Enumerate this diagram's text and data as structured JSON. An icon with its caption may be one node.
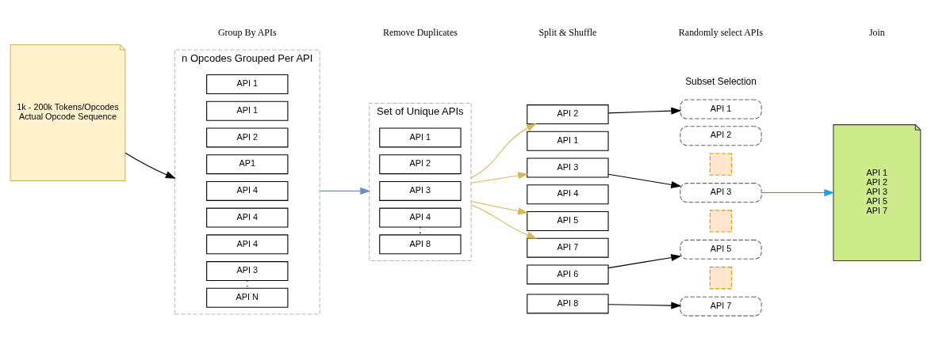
{
  "diagram": {
    "nodes": [
      {
        "text": [
          "1k - 200k Tokens/Opcodes",
          "Actual Opcode Sequence"
        ]
      },
      {
        "text": [
          "n Opcodes Grouped Per API"
        ]
      },
      {
        "text": [
          "API 1"
        ],
        "in": 1
      },
      {
        "text": [
          "API 1"
        ],
        "in": 1
      },
      {
        "text": [
          "API 2"
        ],
        "in": 1
      },
      {
        "text": [
          "AP1"
        ],
        "in": 1
      },
      {
        "text": [
          "API 4"
        ],
        "in": 1
      },
      {
        "text": [
          "API 4"
        ],
        "in": 1
      },
      {
        "text": [
          "API 4"
        ],
        "in": 1
      },
      {
        "text": [
          "API 3"
        ],
        "in": 1
      },
      {
        "text": [
          "API N"
        ],
        "in": 1
      },
      {
        "text": [
          "Set of Unique APIs"
        ]
      },
      {
        "text": [
          "API 1"
        ],
        "in": 11
      },
      {
        "text": [
          "API 2"
        ],
        "in": 11
      },
      {
        "text": [
          "API 3"
        ],
        "in": 11
      },
      {
        "text": [
          "API 4"
        ],
        "in": 11
      },
      {
        "text": [
          "API 8"
        ],
        "in": 11
      },
      {
        "text": [
          "API 2"
        ]
      },
      {
        "text": [
          "API 1"
        ]
      },
      {
        "text": [
          "API 3"
        ]
      },
      {
        "text": [
          "API 4"
        ]
      },
      {
        "text": [
          "API 5"
        ]
      },
      {
        "text": [
          "API 6"
        ]
      },
      {
        "text": [
          "API 7"
        ]
      },
      {
        "text": [
          "API 8"
        ]
      },
      {
        "text": [
          "API 1"
        ]
      },
      {
        "text": [
          "API 2"
        ]
      },
      {
        "text": [],
        "shape": "cross"
      },
      {
        "text": [
          "API 3"
        ]
      },
      {
        "text": [],
        "shape": "cross"
      },
      {
        "text": [
          "API 5"
        ]
      },
      {
        "text": [],
        "shape": "cross"
      },
      {
        "text": [
          "API 7"
        ]
      },
      {
        "text": [
          "API 1",
          "API 2",
          "API 3",
          "API 5",
          "API 7"
        ]
      }
    ],
    "edges": [
      {
        "from": 0,
        "to": 1,
        "arrow": "to"
      },
      {
        "from": 9,
        "to": 10,
        "arrow": "none",
        "style": "dashed"
      },
      {
        "from": 1,
        "to": 11,
        "arrow": "to",
        "color": "#6c8ebf"
      },
      {
        "from": 15,
        "to": 16,
        "arrow": "none",
        "style": "dashed"
      },
      {
        "from": 11,
        "to": 17,
        "arrow": "to",
        "color": "#d6b656"
      },
      {
        "from": 11,
        "to": 19,
        "arrow": "to",
        "color": "#d6b656"
      },
      {
        "from": 11,
        "to": 21,
        "arrow": "to",
        "color": "#d6b656"
      },
      {
        "from": 11,
        "to": 23,
        "arrow": "to",
        "color": "#d6b656"
      },
      {
        "from": 17,
        "to": 25,
        "arrow": "to"
      },
      {
        "from": 19,
        "to": 28,
        "arrow": "to"
      },
      {
        "from": 22,
        "to": 30,
        "arrow": "to"
      },
      {
        "from": 24,
        "to": 32,
        "arrow": "to"
      },
      {
        "from": 28,
        "to": 33,
        "arrow": "to",
        "color": "#1ba1e2"
      }
    ],
    "labels": [
      "Subset Selection",
      "Group By APIs",
      "Remove Duplicates",
      "Split & Shuffle",
      "Randomly select APIs",
      "Join"
    ]
  }
}
